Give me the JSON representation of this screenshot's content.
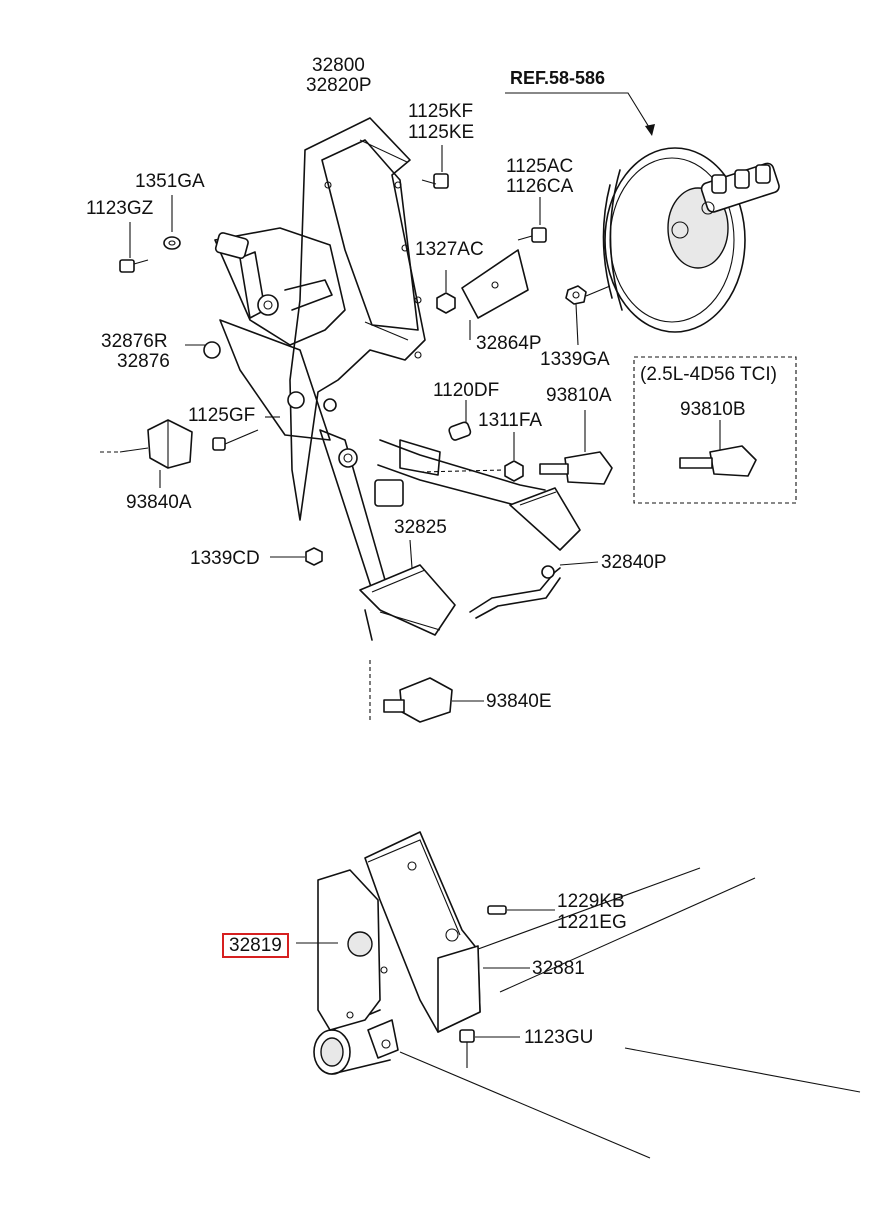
{
  "diagram": {
    "reference": "REF.58-586",
    "variant_box_title": "(2.5L-4D56 TCI)",
    "highlight_color": "#d62020",
    "parts": [
      {
        "id": "p32800",
        "text": "32800"
      },
      {
        "id": "p32820P",
        "text": "32820P"
      },
      {
        "id": "p1125KF",
        "text": "1125KF"
      },
      {
        "id": "p1125KE",
        "text": "1125KE"
      },
      {
        "id": "p1351GA",
        "text": "1351GA"
      },
      {
        "id": "p1123GZ",
        "text": "1123GZ"
      },
      {
        "id": "p1125AC",
        "text": "1125AC"
      },
      {
        "id": "p1126CA",
        "text": "1126CA"
      },
      {
        "id": "p1327AC",
        "text": "1327AC"
      },
      {
        "id": "p32864P",
        "text": "32864P"
      },
      {
        "id": "p1339GA",
        "text": "1339GA"
      },
      {
        "id": "p32876R",
        "text": "32876R"
      },
      {
        "id": "p32876",
        "text": "32876"
      },
      {
        "id": "p1120DF",
        "text": "1120DF"
      },
      {
        "id": "p93810A",
        "text": "93810A"
      },
      {
        "id": "p93810B",
        "text": "93810B"
      },
      {
        "id": "p1125GF",
        "text": "1125GF"
      },
      {
        "id": "p1311FA",
        "text": "1311FA"
      },
      {
        "id": "p93840A",
        "text": "93840A"
      },
      {
        "id": "p32825",
        "text": "32825"
      },
      {
        "id": "p1339CD",
        "text": "1339CD"
      },
      {
        "id": "p32840P",
        "text": "32840P"
      },
      {
        "id": "p93840E",
        "text": "93840E"
      },
      {
        "id": "p1229KB",
        "text": "1229KB"
      },
      {
        "id": "p1221EG",
        "text": "1221EG"
      },
      {
        "id": "p32819",
        "text": "32819",
        "highlighted": true
      },
      {
        "id": "p32881",
        "text": "32881"
      },
      {
        "id": "p1123GU",
        "text": "1123GU"
      }
    ]
  }
}
